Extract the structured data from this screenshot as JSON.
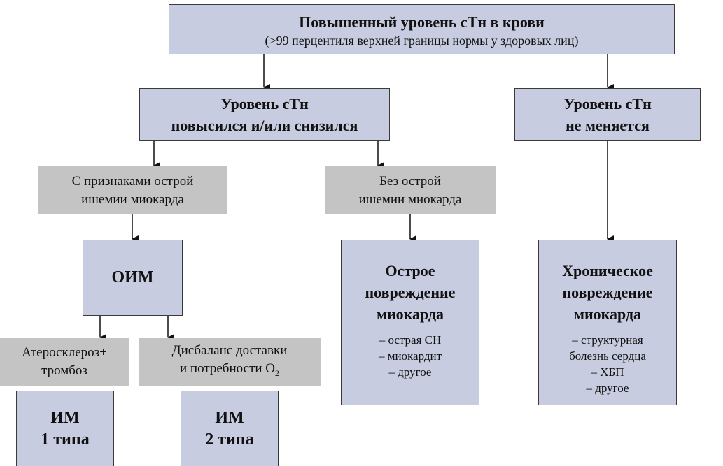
{
  "root": {
    "title": "Повышенный уровень сТн в крови",
    "subtitle": "(>99 перцентиля верхней границы нормы у здоровых лиц)"
  },
  "changing": {
    "line1": "Уровень сТн",
    "line2": "повысился и/или снизился"
  },
  "stable": {
    "line1": "Уровень сТн",
    "line2": "не меняется"
  },
  "acute_ischemia": {
    "line1": "С признаками острой",
    "line2": "ишемии миокарда"
  },
  "no_ischemia": {
    "line1": "Без острой",
    "line2": "ишемии миокарда"
  },
  "ami": {
    "label": "ОИМ"
  },
  "athero": {
    "line1": "Атеросклероз+",
    "line2": "тромбоз"
  },
  "imbalance": {
    "line1": "Дисбаланс доставки",
    "line2": "и потребности O",
    "subscript": "2"
  },
  "mi1": {
    "line1": "ИМ",
    "line2": "1 типа"
  },
  "mi2": {
    "line1": "ИМ",
    "line2": "2 типа"
  },
  "acute_injury": {
    "line1": "Острое",
    "line2": "повреждение",
    "line3": "миокарда",
    "items": [
      "– острая СН",
      "– миокардит",
      "– другое"
    ]
  },
  "chronic_injury": {
    "line1": "Хроническое",
    "line2": "повреждение",
    "line3": "миокарда",
    "items": [
      "– структурная",
      "болезнь сердца",
      "– ХБП",
      "– другое"
    ]
  }
}
